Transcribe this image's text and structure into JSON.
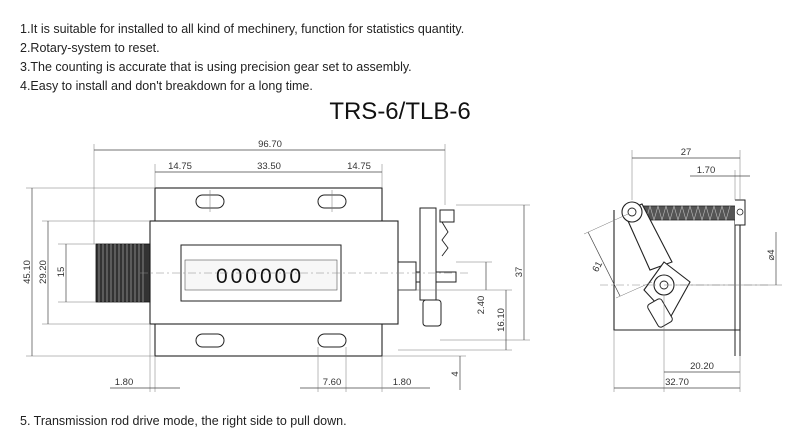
{
  "notes": [
    "1.It is suitable for installed to all kind of mechinery, function for statistics quantity.",
    "2.Rotary-system to reset.",
    "3.The counting is accurate that is using precision gear set  to assembly.",
    "4.Easy to install and don't breakdown for a long time."
  ],
  "title": "TRS-6/TLB-6",
  "counter_display": "000000",
  "footer": "5. Transmission rod drive mode, the right side to pull down.",
  "front_view_dims": {
    "overall_width": "96.70",
    "left_offset": "14.75",
    "hole_spacing": "33.50",
    "right_offset": "14.75",
    "overall_height": "45.10",
    "body_height": "29.20",
    "knob_height": "15",
    "lever_height": "37",
    "lever_offset": "2.40",
    "lever_base": "16.10",
    "bottom_gap": "4",
    "left_margin": "1.80",
    "slot_width": "7.60",
    "right_margin": "1.80"
  },
  "side_view_dims": {
    "width_top": "27",
    "spring_offset": "1.70",
    "arm_length": "61",
    "hole_diameter": "⌀4",
    "base_right": "20.20",
    "base_total": "32.70"
  }
}
